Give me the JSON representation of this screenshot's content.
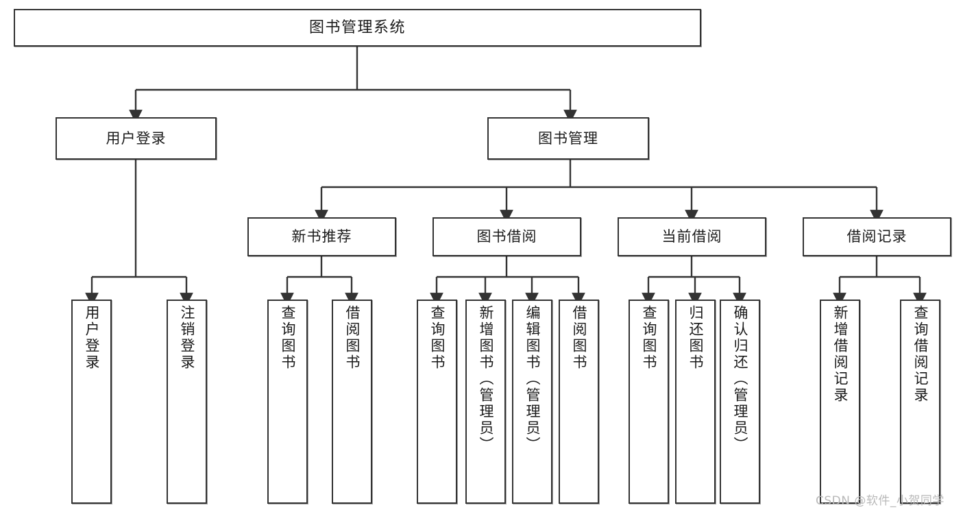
{
  "diagram": {
    "type": "tree-hierarchy-chart",
    "title": "图书管理系统",
    "orientation": "top-down",
    "colors": {
      "box_border": "#333333",
      "box_fill": "#ffffff",
      "edge": "#333333",
      "text": "#1a1a1a",
      "watermark": "#b9b9b9",
      "background": "#ffffff"
    },
    "root": {
      "label": "图书管理系统"
    },
    "level2": [
      {
        "id": "user-login",
        "label": "用户登录"
      },
      {
        "id": "book-manage",
        "label": "图书管理"
      }
    ],
    "level3": [
      {
        "id": "new-book-recommend",
        "label": "新书推荐"
      },
      {
        "id": "book-borrow",
        "label": "图书借阅"
      },
      {
        "id": "current-borrow",
        "label": "当前借阅"
      },
      {
        "id": "borrow-record",
        "label": "借阅记录"
      }
    ],
    "leaves": {
      "user_login": [
        {
          "id": "leaf-user-login",
          "label": "用户登录"
        },
        {
          "id": "leaf-logout-login",
          "label": "注销登录"
        }
      ],
      "new_book_recommend": [
        {
          "id": "leaf-query-book-1",
          "label": "查询图书"
        },
        {
          "id": "leaf-borrow-book-1",
          "label": "借阅图书"
        }
      ],
      "book_borrow": [
        {
          "id": "leaf-query-book-2",
          "label": "查询图书"
        },
        {
          "id": "leaf-add-book",
          "label": "新增图书（管理员）"
        },
        {
          "id": "leaf-edit-book",
          "label": "编辑图书（管理员）"
        },
        {
          "id": "leaf-borrow-book-2",
          "label": "借阅图书"
        }
      ],
      "current_borrow": [
        {
          "id": "leaf-query-book-3",
          "label": "查询图书"
        },
        {
          "id": "leaf-return-book",
          "label": "归还图书"
        },
        {
          "id": "leaf-confirm-return",
          "label": "确认归还（管理员）"
        }
      ],
      "borrow_record": [
        {
          "id": "leaf-add-record",
          "label": "新增借阅记录"
        },
        {
          "id": "leaf-query-record",
          "label": "查询借阅记录"
        }
      ]
    },
    "watermark": "CSDN @软件_小贺同学"
  }
}
